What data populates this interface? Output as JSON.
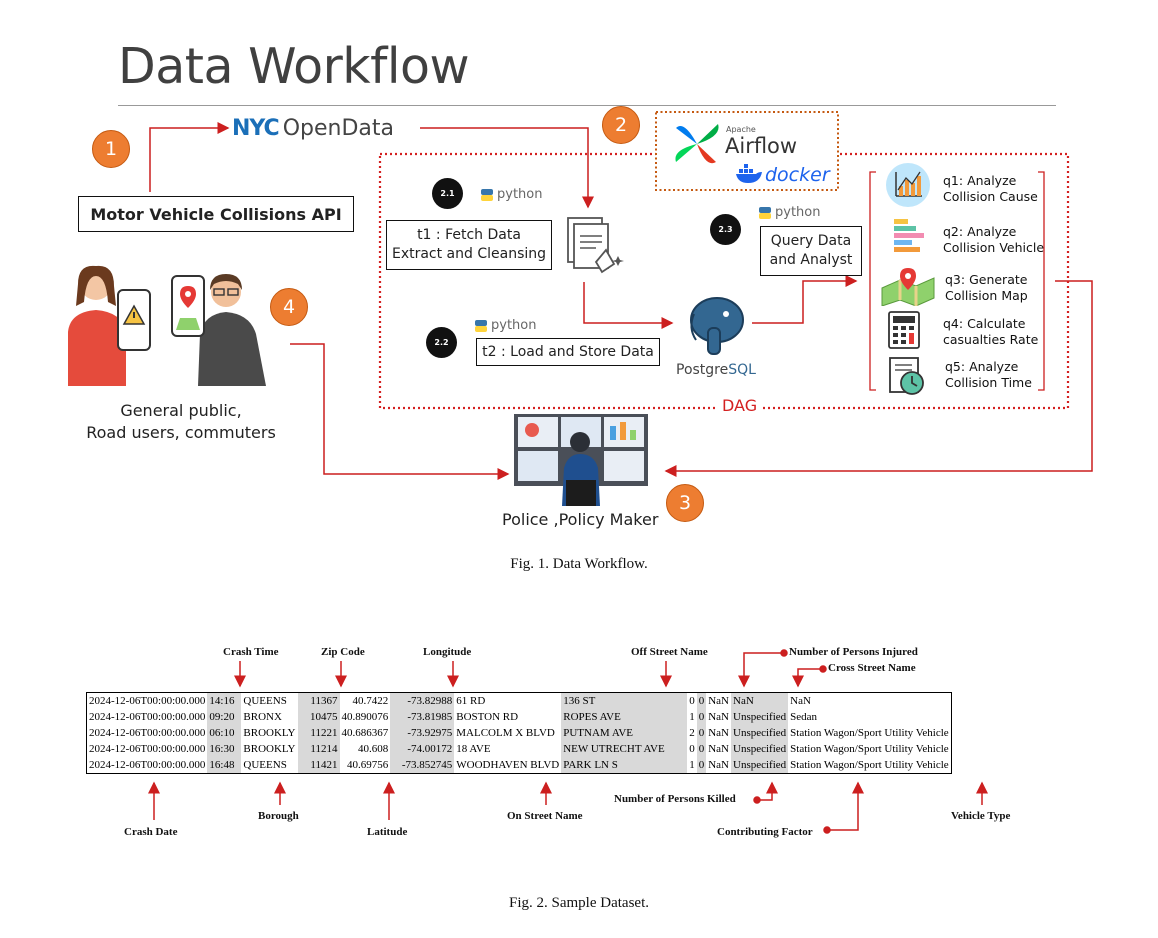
{
  "page": {
    "title": "Data Workflow"
  },
  "fig1": {
    "nyc_logo": "NYC",
    "opendata": "OpenData",
    "api_box": "Motor Vehicle Collisions API",
    "badges": {
      "b1": "1",
      "b2": "2",
      "b3": "3",
      "b4": "4"
    },
    "apache": "Apache",
    "airflow": "Airflow",
    "docker": "docker",
    "python": "python",
    "t21": "2.1",
    "t22": "2.2",
    "t23": "2.3",
    "t1_line1": "t1 : Fetch Data",
    "t1_line2": "Extract and Cleansing",
    "t2": "t2 : Load and Store Data",
    "query_line1": "Query Data",
    "query_line2": "and Analyst",
    "postgres_a": "Postgre",
    "postgres_b": "SQL",
    "dag": "DAG",
    "queries": [
      {
        "l1": "q1: Analyze",
        "l2": "Collision Cause"
      },
      {
        "l1": "q2: Analyze",
        "l2": "Collision Vehicle"
      },
      {
        "l1": "q3: Generate",
        "l2": "Collision Map"
      },
      {
        "l1": "q4: Calculate",
        "l2": "casualties Rate"
      },
      {
        "l1": "q5: Analyze",
        "l2": "Collision Time"
      }
    ],
    "public_line1": "General public,",
    "public_line2": "Road users, commuters",
    "police": "Police ,Policy Maker",
    "caption": "Fig. 1.  Data Workflow."
  },
  "fig2": {
    "labels_top": {
      "crash_time": "Crash Time",
      "zip": "Zip Code",
      "longitude": "Longitude",
      "off_street": "Off Street Name",
      "persons_injured": "Number of Persons Injured",
      "cross_street": "Cross Street Name"
    },
    "labels_bottom": {
      "crash_date": "Crash Date",
      "borough": "Borough",
      "latitude": "Latitude",
      "on_street": "On Street Name",
      "persons_killed": "Number of Persons Killed",
      "contributing": "Contributing Factor",
      "vehicle_type": "Vehicle Type"
    },
    "rows": [
      [
        "2024-12-06T00:00:00.000",
        "14:16",
        "QUEENS",
        "11367",
        "40.7422",
        "-73.82988",
        "61 RD",
        "136 ST",
        "0",
        "0",
        "NaN",
        "NaN",
        "NaN"
      ],
      [
        "2024-12-06T00:00:00.000",
        "09:20",
        "BRONX",
        "10475",
        "40.890076",
        "-73.81985",
        "BOSTON RD",
        "ROPES AVE",
        "1",
        "0",
        "NaN",
        "Unspecified",
        "Sedan"
      ],
      [
        "2024-12-06T00:00:00.000",
        "06:10",
        "BROOKLY",
        "11221",
        "40.686367",
        "-73.92975",
        "MALCOLM X BLVD",
        "PUTNAM AVE",
        "2",
        "0",
        "NaN",
        "Unspecified",
        "Station Wagon/Sport Utility Vehicle"
      ],
      [
        "2024-12-06T00:00:00.000",
        "16:30",
        "BROOKLY",
        "11214",
        "40.608",
        "-74.00172",
        "18 AVE",
        "NEW UTRECHT AVE",
        "0",
        "0",
        "NaN",
        "Unspecified",
        "Station Wagon/Sport Utility Vehicle"
      ],
      [
        "2024-12-06T00:00:00.000",
        "16:48",
        "QUEENS",
        "11421",
        "40.69756",
        "-73.852745",
        "WOODHAVEN BLVD",
        "PARK LN S",
        "1",
        "0",
        "NaN",
        "Unspecified",
        "Station Wagon/Sport Utility Vehicle"
      ]
    ],
    "caption": "Fig. 2.  Sample Dataset."
  },
  "colors": {
    "accent": "#ed7d31",
    "arrow": "#cc1f1f",
    "dag": "#d42020",
    "docker_blue": "#1d63ed",
    "nyc_blue": "#1b6fb8"
  }
}
